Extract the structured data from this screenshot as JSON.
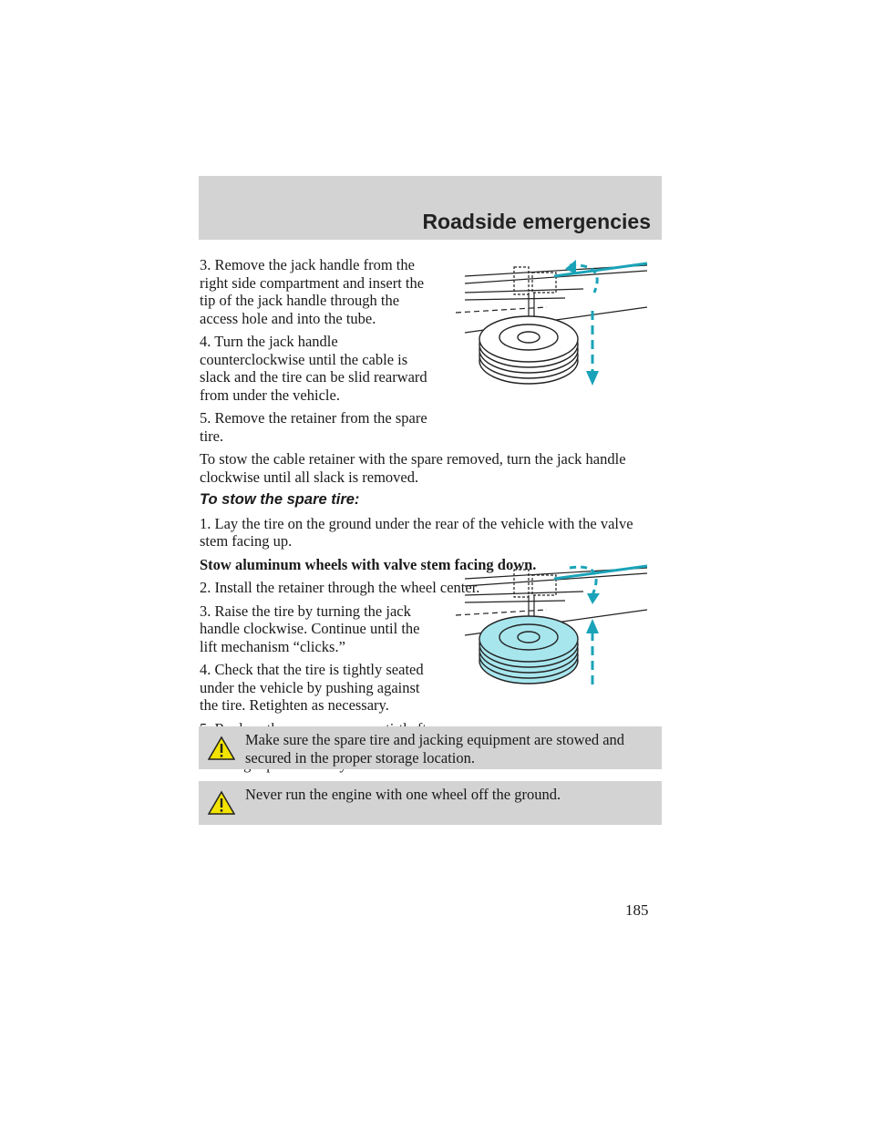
{
  "header": {
    "title": "Roadside emergencies"
  },
  "steps_retrieve": [
    "3. Remove the jack handle from the right side compartment and insert the tip of the jack handle through the access hole and into the tube.",
    "4. Turn the jack handle counterclockwise until the cable is slack and the tire can be slid rearward from under the vehicle.",
    "5. Remove the retainer from the spare tire."
  ],
  "stow_retainer_note": "To stow the cable retainer with the spare removed, turn the jack handle clockwise until all slack is removed.",
  "stow_heading": "To stow the spare tire:",
  "stow_step1": "1. Lay the tire on the ground under the rear of the vehicle with the valve stem facing up.",
  "aluminum_note": "Stow aluminum wheels with valve stem facing down.",
  "stow_step2": "2. Install the retainer through the wheel center.",
  "steps_stow": [
    "3. Raise the tire by turning the jack handle clockwise. Continue until the lift mechanism “clicks.”",
    "4. Check that the tire is tightly seated under the vehicle by pushing against the tire. Retighten as necessary.",
    "5. Replace the access cover, anti-theft bracket and thumb screw."
  ],
  "thumb_note": "Use finger pressure only to secure the thumb screw.",
  "warnings": [
    "Make sure the spare tire and jacking equipment are stowed and secured in the proper storage location.",
    "Never run the engine with one wheel off the ground."
  ],
  "page_number": "185",
  "colors": {
    "header_bg": "#d3d3d3",
    "arrow": "#1aa3b8",
    "tire_fill": "#a8e6ee",
    "warning_icon": "#f2e300"
  },
  "icons": {
    "warning": "warning-triangle-icon"
  }
}
